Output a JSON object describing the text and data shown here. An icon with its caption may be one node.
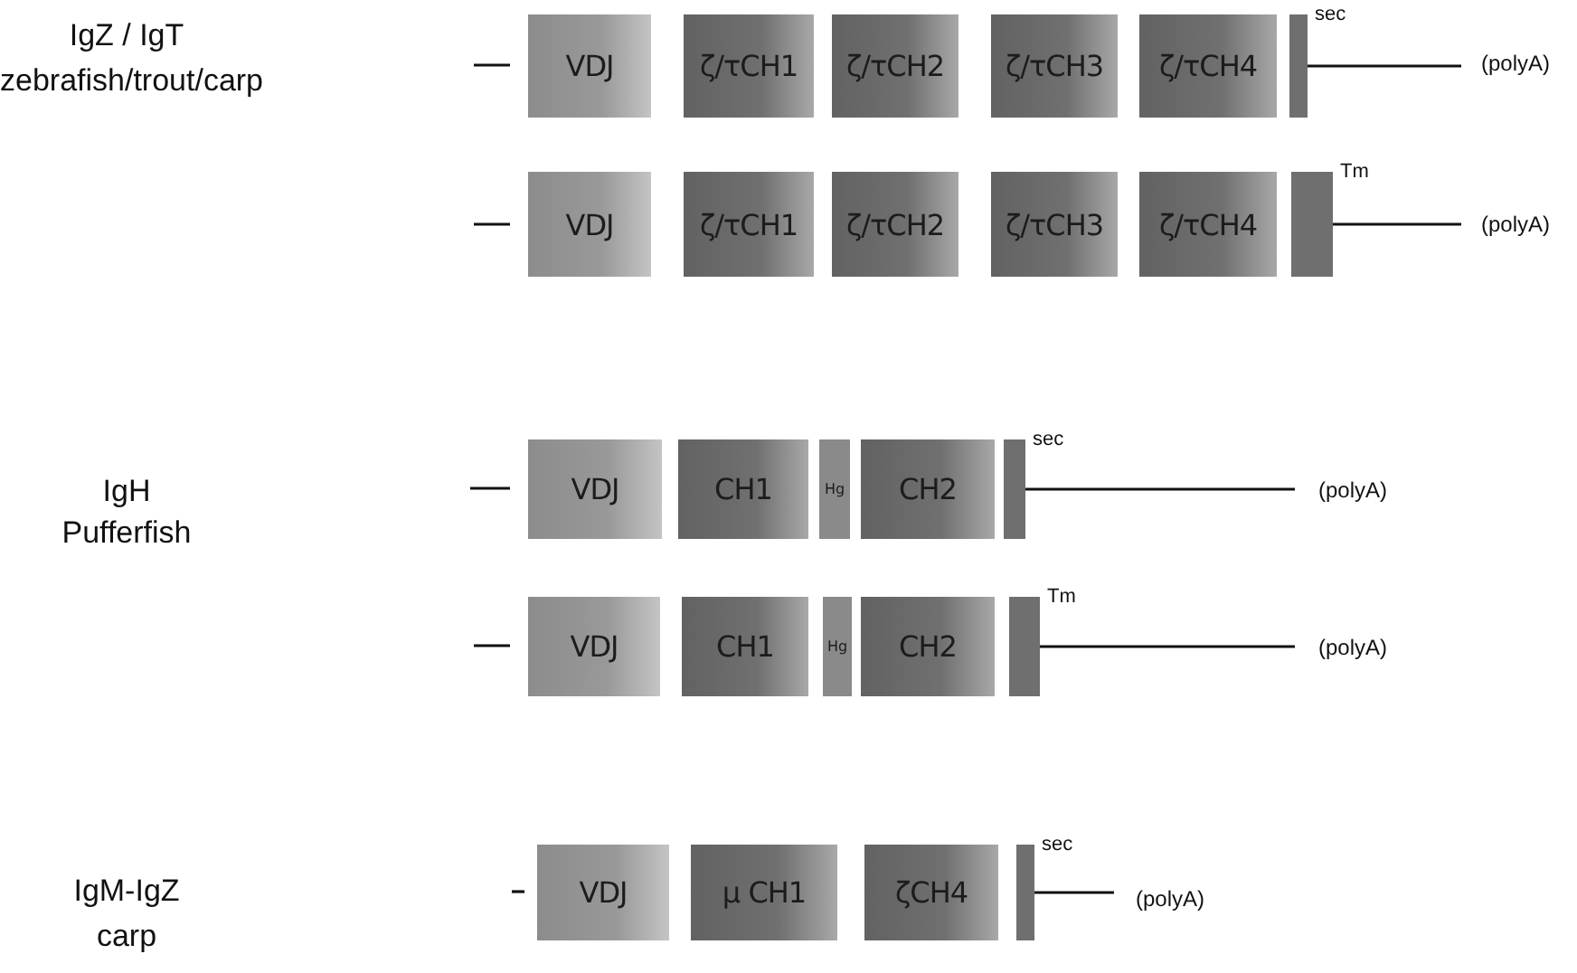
{
  "diagram": {
    "nodes": [
      {
        "text": [
          "VDJ"
        ]
      },
      {
        "text": [
          "ζ/τCH1"
        ]
      },
      {
        "text": [
          "ζ/τCH2"
        ]
      },
      {
        "text": [
          "ζ/τCH3"
        ]
      },
      {
        "text": [
          "ζ/τCH4"
        ]
      },
      {
        "text": [],
        "shape": "bar",
        "beside": [
          "sec"
        ]
      },
      {
        "text": [
          "(polyA)"
        ]
      },
      {
        "text": [
          "VDJ"
        ]
      },
      {
        "text": [
          "ζ/τCH1"
        ]
      },
      {
        "text": [
          "ζ/τCH2"
        ]
      },
      {
        "text": [
          "ζ/τCH3"
        ]
      },
      {
        "text": [
          "ζ/τCH4"
        ]
      },
      {
        "text": [],
        "shape": "bar",
        "beside": [
          "Tm"
        ]
      },
      {
        "text": [
          "(polyA)"
        ]
      },
      {
        "text": [
          "VDJ"
        ]
      },
      {
        "text": [
          "CH1"
        ]
      },
      {
        "text": [
          "Hg"
        ]
      },
      {
        "text": [
          "CH2"
        ]
      },
      {
        "text": [],
        "shape": "bar",
        "beside": [
          "sec"
        ]
      },
      {
        "text": [
          "(polyA)"
        ]
      },
      {
        "text": [
          "VDJ"
        ]
      },
      {
        "text": [
          "CH1"
        ]
      },
      {
        "text": [
          "Hg"
        ]
      },
      {
        "text": [
          "CH2"
        ]
      },
      {
        "text": [],
        "shape": "bar",
        "beside": [
          "Tm"
        ]
      },
      {
        "text": [
          "(polyA)"
        ]
      },
      {
        "text": [
          "VDJ"
        ]
      },
      {
        "text": [
          "μ CH1"
        ]
      },
      {
        "text": [
          "ζCH4"
        ]
      },
      {
        "text": [],
        "shape": "bar",
        "beside": [
          "sec"
        ]
      },
      {
        "text": [
          "(polyA)"
        ]
      }
    ],
    "edges": [
      {
        "from": 5,
        "to": 6,
        "arrow": "none"
      },
      {
        "from": 12,
        "to": 13,
        "arrow": "none"
      },
      {
        "from": 18,
        "to": 19,
        "arrow": "none"
      },
      {
        "from": 24,
        "to": 25,
        "arrow": "none"
      },
      {
        "from": 29,
        "to": 30,
        "arrow": "none"
      }
    ],
    "labels": [
      "IgZ / IgT",
      "zebrafish/trout/carp",
      "IgH",
      "Pufferfish",
      "IgM-IgZ",
      "carp"
    ]
  }
}
